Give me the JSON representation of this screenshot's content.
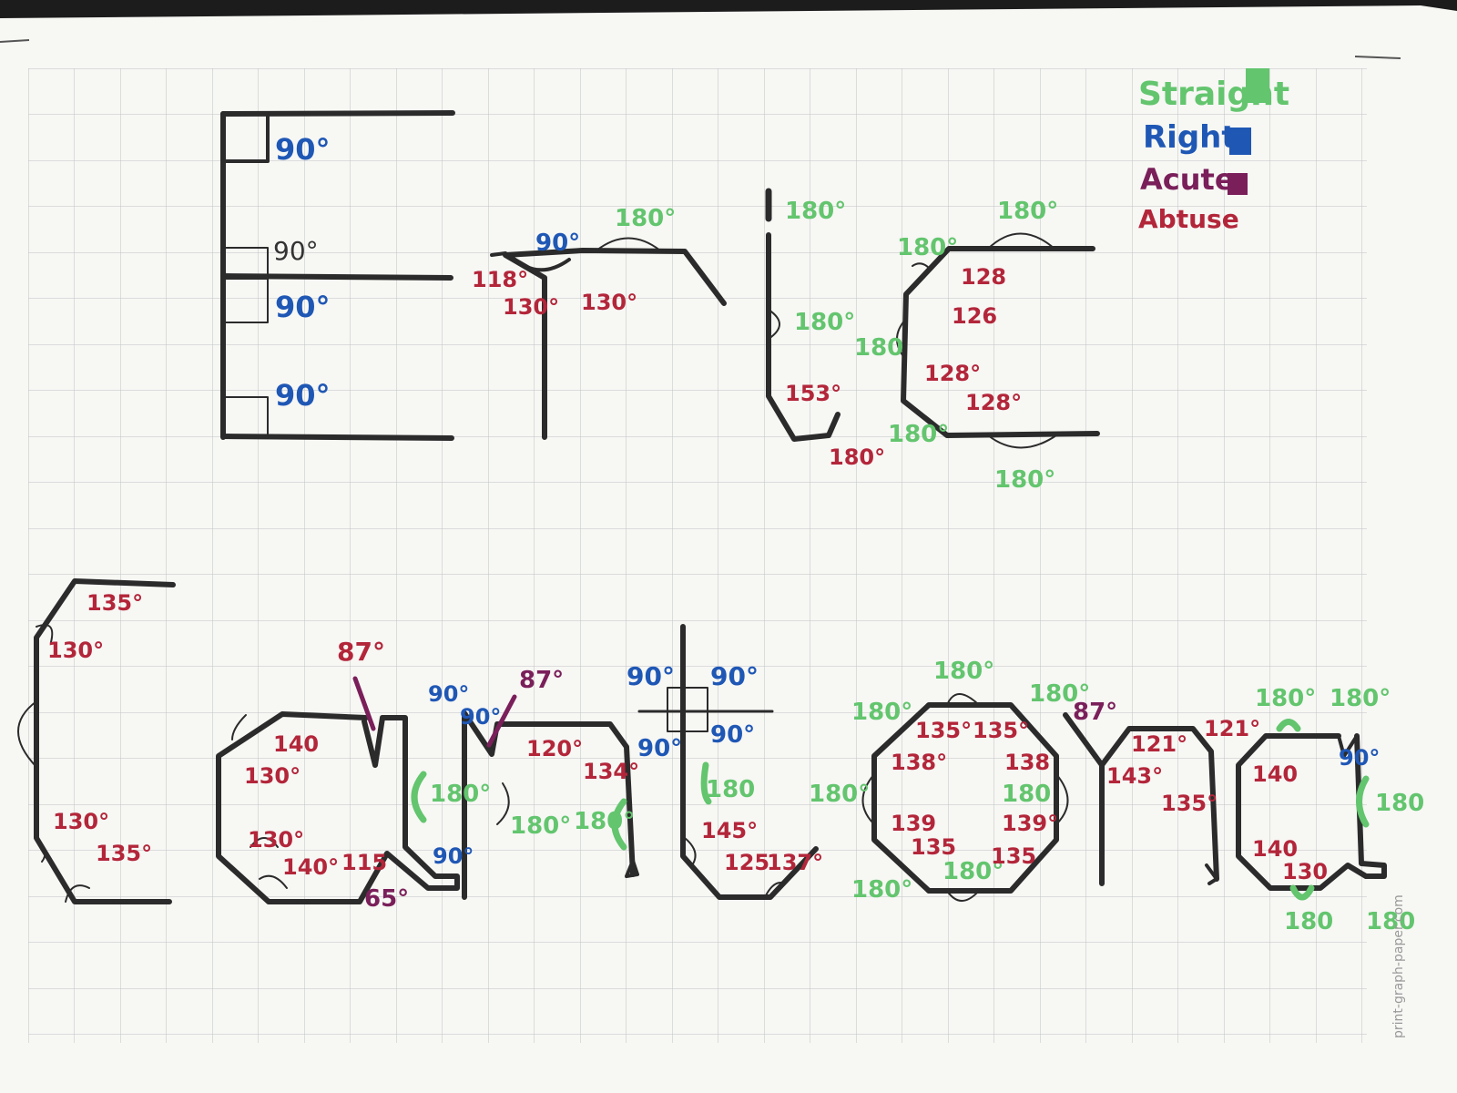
{
  "legend": {
    "straight": "Straight",
    "right": "Right",
    "acute": "Acute",
    "obtuse": "Abtuse"
  },
  "colors": {
    "paper": "#f7f7f4",
    "grid": "#bfc2c4",
    "ink": "#2b2b2b",
    "straight": "#63c56e",
    "right": "#1f57b5",
    "acute": "#7a1f5a",
    "obtuse": "#b3263a",
    "background": "#1c1c1c"
  },
  "watermark": "print-graph-paper.com",
  "words": [
    "Eric",
    "Cantora"
  ],
  "labels": {
    "e1": "90°",
    "e2": "90°",
    "e3": "90°",
    "e4": "90°",
    "r1": "90°",
    "r2": "180°",
    "r3": "118°",
    "r4": "130°",
    "r5": "130°",
    "i1": "180°",
    "i2": "180°",
    "i3": "153°",
    "i4": "180°",
    "c1": "180°",
    "c2": "180°",
    "c3": "128",
    "c4": "126",
    "c5": "180",
    "c6": "128°",
    "c7": "128°",
    "c8": "180°",
    "c9": "180°",
    "k1": "135°",
    "k2": "130°",
    "k3": "130°",
    "k4": "135°",
    "a1": "87°",
    "a2": "90°",
    "a3": "140",
    "a4": "130°",
    "a5": "130°",
    "a6": "140°",
    "a7": "115",
    "a8": "65°",
    "a9": "90°",
    "a10": "90°",
    "a11": "180°",
    "n1": "90°",
    "n2": "87°",
    "n3": "120°",
    "n4": "134°",
    "n5": "180°",
    "n6": "180°",
    "t1": "90°",
    "t2": "90°",
    "t3": "90°",
    "t4": "90°",
    "t5": "180",
    "t6": "145°",
    "t7": "125",
    "t8": "137°",
    "o1": "180°",
    "o2": "180°",
    "o3": "180°",
    "o4": "135°",
    "o5": "135°",
    "o6": "138°",
    "o7": "138",
    "o8": "180",
    "o9": "139",
    "o10": "139°",
    "o11": "135",
    "o12": "135",
    "o13": "180°",
    "o14": "180°",
    "o15": "180°",
    "rr1": "87°",
    "rr2": "121°",
    "rr3": "143°",
    "rr4": "135°",
    "aa1": "121°",
    "aa2": "180°",
    "aa3": "180°",
    "aa4": "140",
    "aa5": "90°",
    "aa6": "180",
    "aa7": "140",
    "aa8": "130",
    "aa9": "180",
    "aa10": "180"
  }
}
